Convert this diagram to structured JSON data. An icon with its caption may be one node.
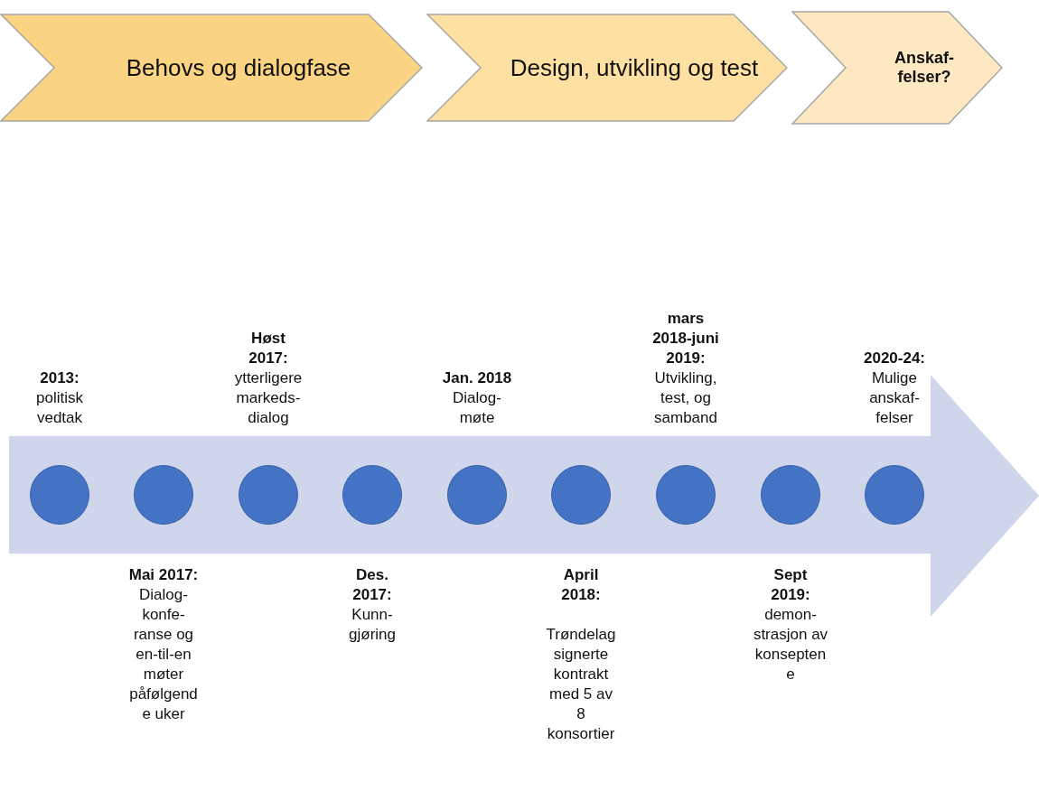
{
  "diagram": {
    "nodes": [
      {
        "text": [
          "Behovs og dialogfase"
        ]
      },
      {
        "text": [
          "Design, utvikling og test"
        ]
      },
      {
        "text": [
          "Anskaf-felser?"
        ]
      },
      {
        "text": [],
        "shape": "arrow"
      },
      {
        "text": [],
        "shape": "circle",
        "in": 3,
        "beside": [
          "2013:",
          "politisk vedtak"
        ]
      },
      {
        "text": [],
        "shape": "circle",
        "in": 3,
        "beside": [
          "Mai 2017:",
          "Dialog-konfe-ranse og en-til-en møter påfølgende uker"
        ]
      },
      {
        "text": [],
        "shape": "circle",
        "in": 3,
        "beside": [
          "Høst 2017:",
          "ytterligere markeds-dialog"
        ]
      },
      {
        "text": [],
        "shape": "circle",
        "in": 3,
        "beside": [
          "Des. 2017:",
          "Kunn-gjøring"
        ]
      },
      {
        "text": [],
        "shape": "circle",
        "in": 3,
        "beside": [
          "Jan. 2018",
          "Dialog-møte"
        ]
      },
      {
        "text": [],
        "shape": "circle",
        "in": 3,
        "beside": [
          "April 2018:",
          "Trøndelag signerte kontrakt med 5 av 8 konsortier"
        ]
      },
      {
        "text": [],
        "shape": "circle",
        "in": 3,
        "beside": [
          "mars 2018-juni 2019:",
          "Utvikling, test, og samband"
        ]
      },
      {
        "text": [],
        "shape": "circle",
        "in": 3,
        "beside": [
          "Sept 2019:",
          "demon-strasjon av konseptene"
        ]
      },
      {
        "text": [],
        "shape": "circle",
        "in": 3,
        "beside": [
          "2020-24:",
          "Mulige anskaf-felser"
        ]
      }
    ],
    "edges": []
  }
}
